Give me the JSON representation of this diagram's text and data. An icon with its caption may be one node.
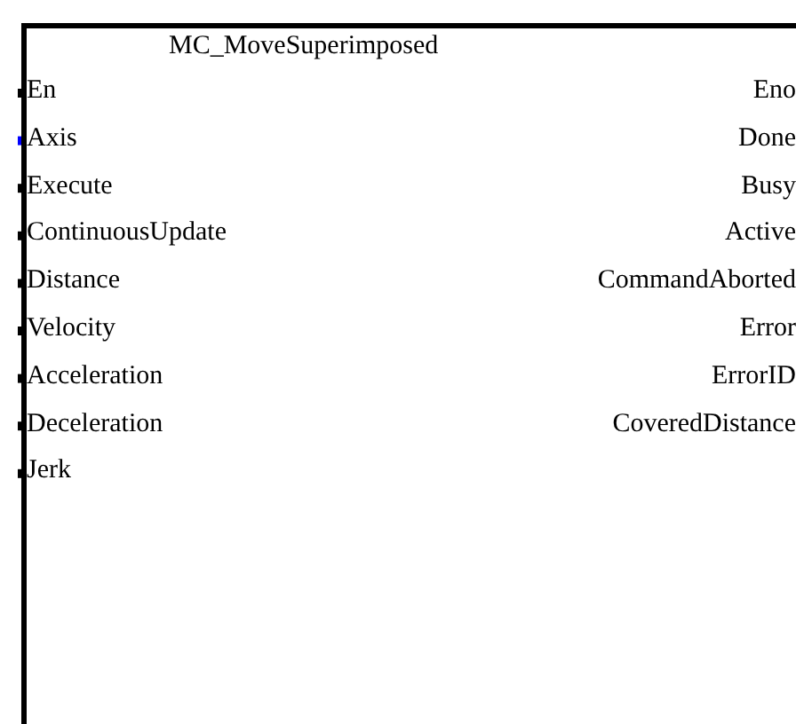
{
  "diagram": {
    "nodes": [
      {
        "text": [
          "MC_MoveSuperimposed",
          "En",
          "Eno",
          "Axis",
          "Done",
          "Execute",
          "Busy",
          "ContinuousUpdate",
          "Active",
          "Distance",
          "CommandAborted",
          "Velocity",
          "Error",
          "Acceleration",
          "ErrorID",
          "Deceleration",
          "CoveredDistance",
          "Jerk"
        ]
      }
    ]
  }
}
